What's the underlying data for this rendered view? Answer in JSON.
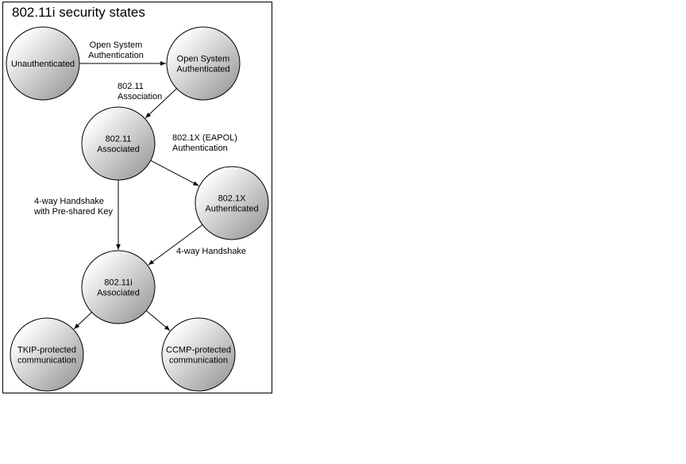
{
  "title": "802.11i security states",
  "nodes": [
    {
      "id": "unauthenticated",
      "lines": [
        "Unauthenticated"
      ]
    },
    {
      "id": "open-system-authenticated",
      "lines": [
        "Open System",
        "Authenticated"
      ]
    },
    {
      "id": "associated-80211",
      "lines": [
        "802.11",
        "Associated"
      ]
    },
    {
      "id": "authenticated-8021x",
      "lines": [
        "802.1X",
        "Authenticated"
      ]
    },
    {
      "id": "associated-80211i",
      "lines": [
        "802.11i",
        "Associated"
      ]
    },
    {
      "id": "tkip-protected",
      "lines": [
        "TKIP-protected",
        "communication"
      ]
    },
    {
      "id": "ccmp-protected",
      "lines": [
        "CCMP-protected",
        "communication"
      ]
    }
  ],
  "edges": [
    {
      "id": "open-system-authentication",
      "from": "unauthenticated",
      "to": "open-system-authenticated",
      "lines": [
        "Open System",
        "Authentication"
      ]
    },
    {
      "id": "association-80211",
      "from": "open-system-authenticated",
      "to": "associated-80211",
      "lines": [
        "802.11",
        "Association"
      ]
    },
    {
      "id": "eapol-authentication",
      "from": "associated-80211",
      "to": "authenticated-8021x",
      "lines": [
        "802.1X (EAPOL)",
        "Authentication"
      ]
    },
    {
      "id": "handshake-psk",
      "from": "associated-80211",
      "to": "associated-80211i",
      "lines": [
        "4-way Handshake",
        "with Pre-shared Key"
      ]
    },
    {
      "id": "handshake-4way",
      "from": "authenticated-8021x",
      "to": "associated-80211i",
      "lines": [
        "4-way Handshake"
      ]
    },
    {
      "id": "to-tkip",
      "from": "associated-80211i",
      "to": "tkip-protected",
      "lines": []
    },
    {
      "id": "to-ccmp",
      "from": "associated-80211i",
      "to": "ccmp-protected",
      "lines": []
    }
  ],
  "colors": {
    "circle_light": "#ffffff",
    "circle_dark": "#8f8f8f",
    "stroke": "#000000"
  }
}
